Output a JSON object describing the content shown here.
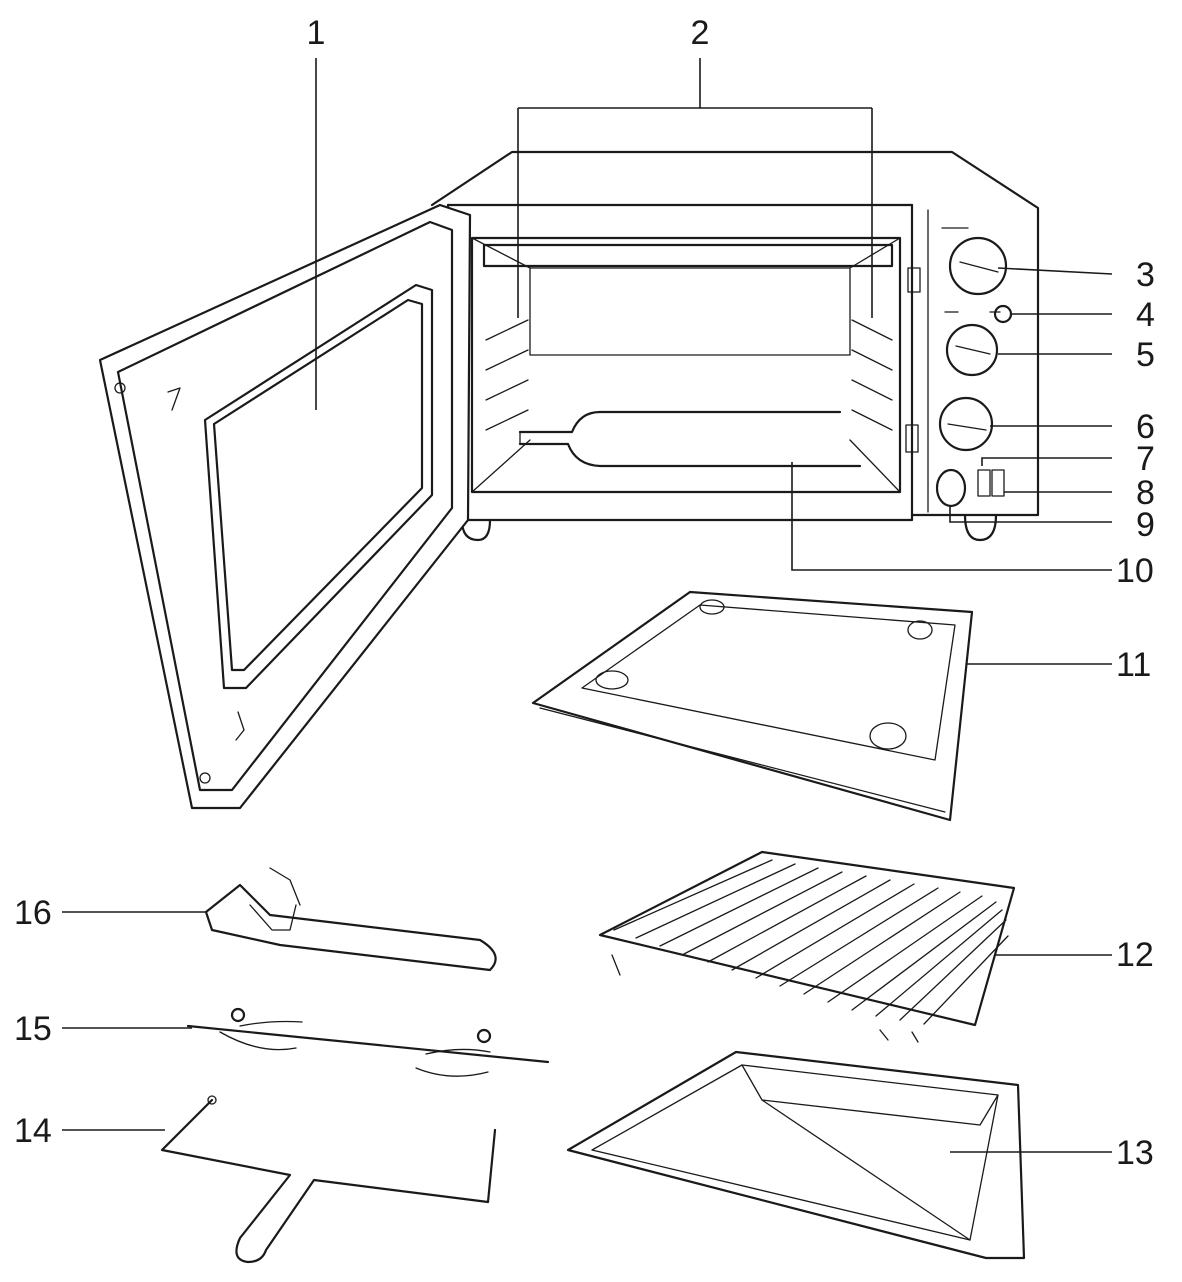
{
  "callouts": [
    {
      "id": "c1",
      "text": "1"
    },
    {
      "id": "c2",
      "text": "2"
    },
    {
      "id": "c3",
      "text": "3"
    },
    {
      "id": "c4",
      "text": "4"
    },
    {
      "id": "c5",
      "text": "5"
    },
    {
      "id": "c6",
      "text": "6"
    },
    {
      "id": "c7",
      "text": "7"
    },
    {
      "id": "c8",
      "text": "8"
    },
    {
      "id": "c9",
      "text": "9"
    },
    {
      "id": "c10",
      "text": "10"
    },
    {
      "id": "c11",
      "text": "11"
    },
    {
      "id": "c12",
      "text": "12"
    },
    {
      "id": "c13",
      "text": "13"
    },
    {
      "id": "c14",
      "text": "14"
    },
    {
      "id": "c15",
      "text": "15"
    },
    {
      "id": "c16",
      "text": "16"
    }
  ],
  "colors": {
    "line": "#1a1a1a",
    "background": "#ffffff"
  }
}
